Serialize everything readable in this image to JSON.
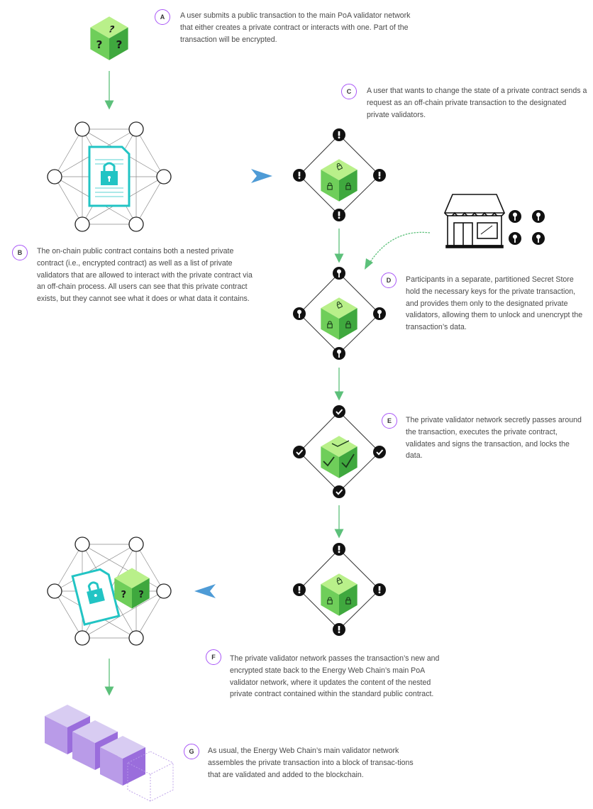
{
  "steps": [
    {
      "letter": "A",
      "text": "A user submits a public transaction to the main PoA validator network that either creates a private contract or interacts with one. Part of the transaction will be encrypted."
    },
    {
      "letter": "B",
      "text": "The on-chain public contract contains both a nested private contract (i.e., encrypted contract) as well as a list of private validators that are allowed to interact with the private contract via an off-chain process. All users can see that this private contract exists, but they cannot see what it does or what data it contains."
    },
    {
      "letter": "C",
      "text": "A user that wants to change the state of a private contract sends a request as an off-chain private transaction to the designated private validators."
    },
    {
      "letter": "D",
      "text": "Participants in a separate, partitioned Secret Store hold the necessary keys for the private transaction, and provides them only to the designated private validators, allowing them to unlock and unencrypt the transaction’s data."
    },
    {
      "letter": "E",
      "text": "The private validator network secretly passes around the transaction, executes the private contract, validates and signs the transaction, and locks the data."
    },
    {
      "letter": "F",
      "text": "The private validator network passes the transaction’s new and encrypted state back to the Energy Web Chain’s main PoA validator network, where it updates the content of the nested private contract contained within the standard public contract."
    },
    {
      "letter": "G",
      "text": "As usual, the Energy Web Chain’s main validator network assembles the private transaction into a block of transac-tions that are validated and added to the blockchain."
    }
  ],
  "colors": {
    "badge_border": "#a855f7",
    "arrow_green": "#5cc07a",
    "arrow_teal": "#4db8b8",
    "cube_top": "#b9f08a",
    "cube_left": "#6fce5a",
    "cube_right": "#3fa83e",
    "document": "#22c4c4",
    "block_top": "#d8ccf2",
    "block_left": "#b99be8",
    "block_right": "#9a6ddc"
  },
  "icons": [
    "question-cube-icon",
    "lock-cube-icon",
    "unlock-cube-icon",
    "check-cube-icon",
    "alert-icon",
    "key-icon",
    "check-icon",
    "store-icon",
    "document-lock-icon",
    "blockchain-blocks-icon"
  ]
}
